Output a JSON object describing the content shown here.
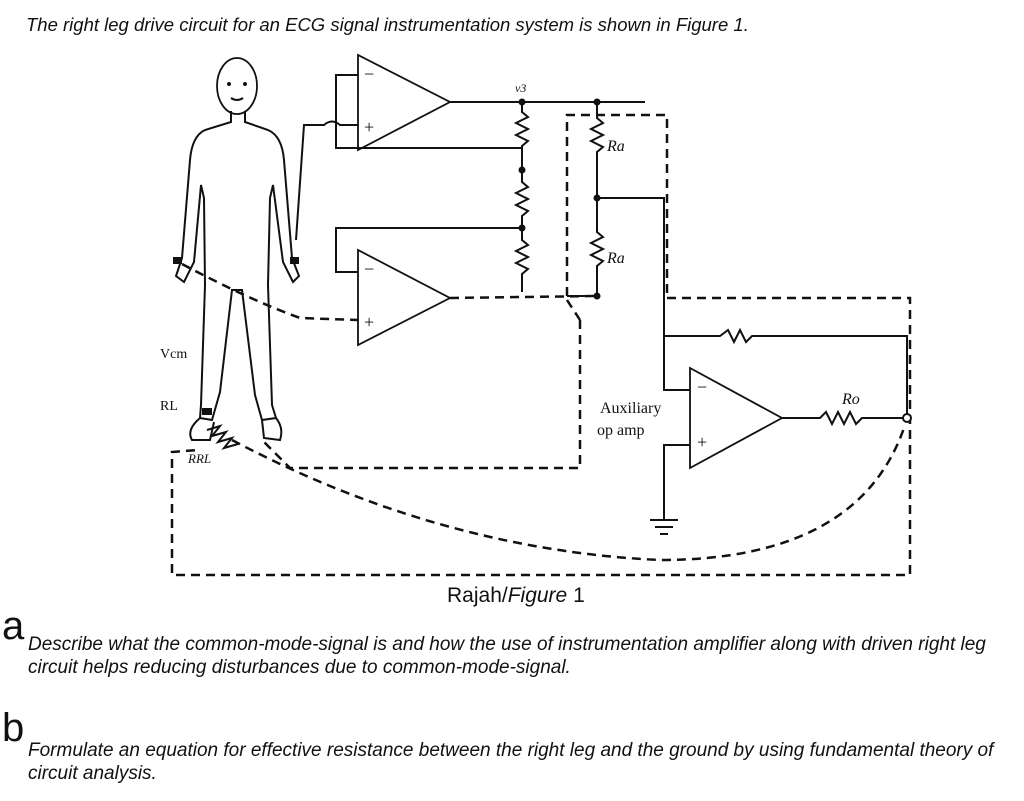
{
  "intro": "The right leg drive circuit for an ECG signal instrumentation system is shown in Figure 1.",
  "figure": {
    "label_v3": "v3",
    "label_ra_top": "Ra",
    "label_ra_bottom": "Ra",
    "label_vcm": "Vcm",
    "label_rl": "RL",
    "label_rrl": "RRL",
    "label_ro": "Ro",
    "label_aux_line1": "Auxiliary",
    "label_aux_line2": "op amp",
    "label_minus": "−",
    "label_plus": "+"
  },
  "caption": {
    "rajah": "Rajah/",
    "figure": "Figure",
    "number": " 1"
  },
  "questions": [
    {
      "letter": "a",
      "text": "Describe what the common-mode-signal is and how the use of instrumentation amplifier along with driven right leg circuit helps reducing disturbances due to common-mode-signal."
    },
    {
      "letter": "b",
      "text": "Formulate an equation for effective resistance between the right leg and the ground by using fundamental theory of circuit analysis."
    }
  ]
}
